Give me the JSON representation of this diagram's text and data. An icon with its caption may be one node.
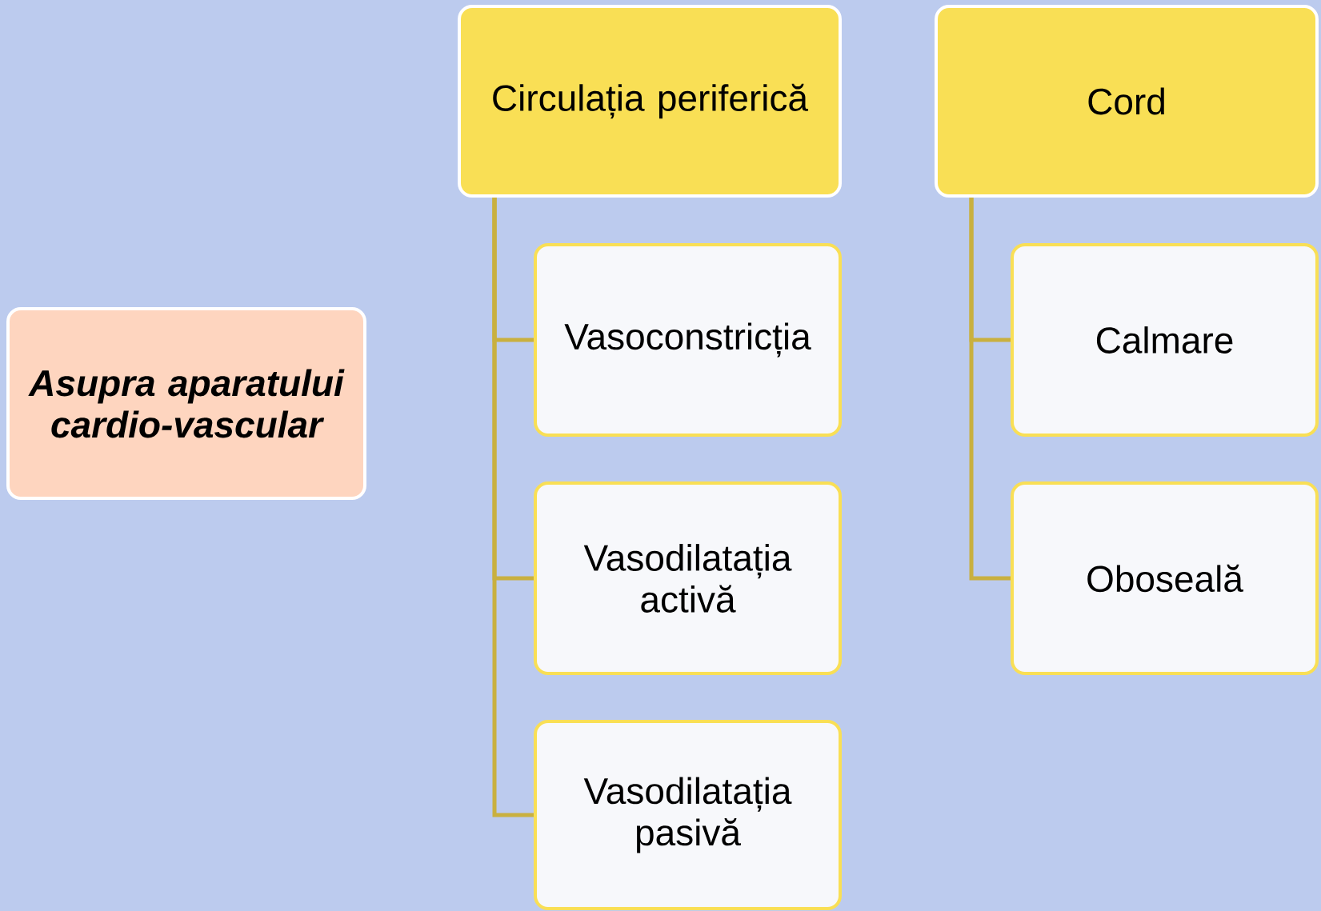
{
  "diagram": {
    "nodes": [
      {
        "text": [
          "Asupra aparatului cardio-vascular"
        ]
      },
      {
        "text": [
          "Circulația periferică"
        ]
      },
      {
        "text": [
          "Vasoconstricția"
        ]
      },
      {
        "text": [
          "Vasodilatația activă"
        ]
      },
      {
        "text": [
          "Vasodilatația pasivă"
        ]
      },
      {
        "text": [
          "Cord"
        ]
      },
      {
        "text": [
          "Calmare"
        ]
      },
      {
        "text": [
          "Oboseală"
        ]
      }
    ],
    "edges": [
      {
        "from": 1,
        "to": 2,
        "arrow": "none"
      },
      {
        "from": 1,
        "to": 3,
        "arrow": "none"
      },
      {
        "from": 1,
        "to": 4,
        "arrow": "none"
      },
      {
        "from": 5,
        "to": 6,
        "arrow": "none"
      },
      {
        "from": 5,
        "to": 7,
        "arrow": "none"
      }
    ]
  }
}
